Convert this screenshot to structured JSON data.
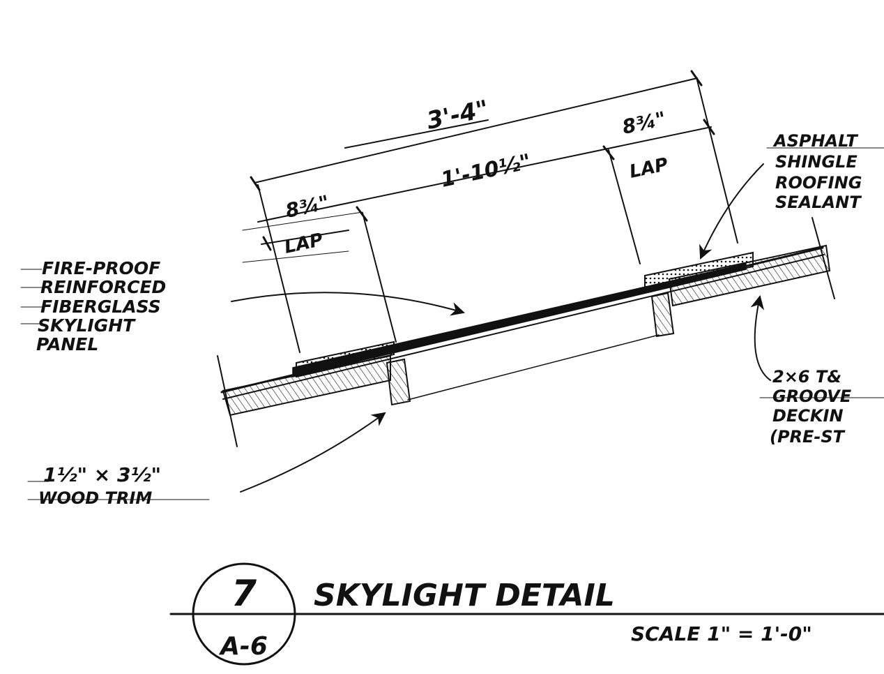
{
  "dimensions": {
    "overall": "3'-4\"",
    "center": "1'-10½\"",
    "left_lap_length": "8¾\"",
    "left_lap_label": "LAP",
    "right_lap_length": "8¾\"",
    "right_lap_label": "LAP"
  },
  "notes": {
    "panel": [
      "FIRE-PROOF",
      "REINFORCED",
      "FIBERGLASS",
      "SKYLIGHT",
      "PANEL"
    ],
    "trim": [
      "1½\" × 3½\"",
      "WOOD TRIM"
    ],
    "shingle": [
      "ASPHALT",
      "SHINGLE",
      "ROOFING",
      "SEALANT"
    ],
    "decking": [
      "2×6 T&",
      "GROOVE",
      "DECKIN",
      "(PRE-ST"
    ]
  },
  "title_block": {
    "detail_number": "7",
    "sheet_number": "A-6",
    "title": "SKYLIGHT DETAIL",
    "scale": "SCALE 1\" = 1'-0\""
  }
}
